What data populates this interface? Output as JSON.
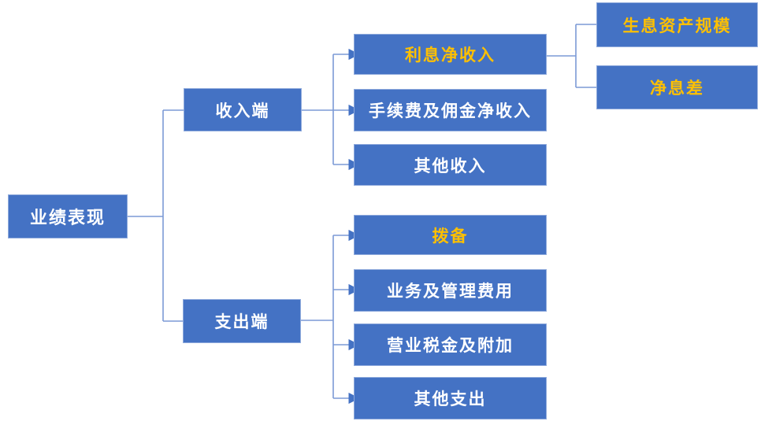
{
  "diagram": {
    "type": "hierarchy-flowchart",
    "root": {
      "label": "业绩表现",
      "emphasis": false
    },
    "branches": [
      {
        "label": "收入端",
        "emphasis": false,
        "children": [
          {
            "label": "利息净收入",
            "emphasis": true,
            "children": [
              {
                "label": "生息资产规模",
                "emphasis": true
              },
              {
                "label": "净息差",
                "emphasis": true
              }
            ]
          },
          {
            "label": "手续费及佣金净收入",
            "emphasis": false
          },
          {
            "label": "其他收入",
            "emphasis": false
          }
        ]
      },
      {
        "label": "支出端",
        "emphasis": false,
        "children": [
          {
            "label": "拨备",
            "emphasis": true
          },
          {
            "label": "业务及管理费用",
            "emphasis": false
          },
          {
            "label": "营业税金及附加",
            "emphasis": false
          },
          {
            "label": "其他支出",
            "emphasis": false
          }
        ]
      }
    ],
    "colors": {
      "background": "#FFFFFF",
      "box_fill": "#4472C4",
      "box_border": "#8FAADC",
      "connector": "#7C9AD6",
      "arrow": "#4472C4",
      "text_default": "#FFFFFF",
      "text_accent": "#FFC000"
    }
  }
}
